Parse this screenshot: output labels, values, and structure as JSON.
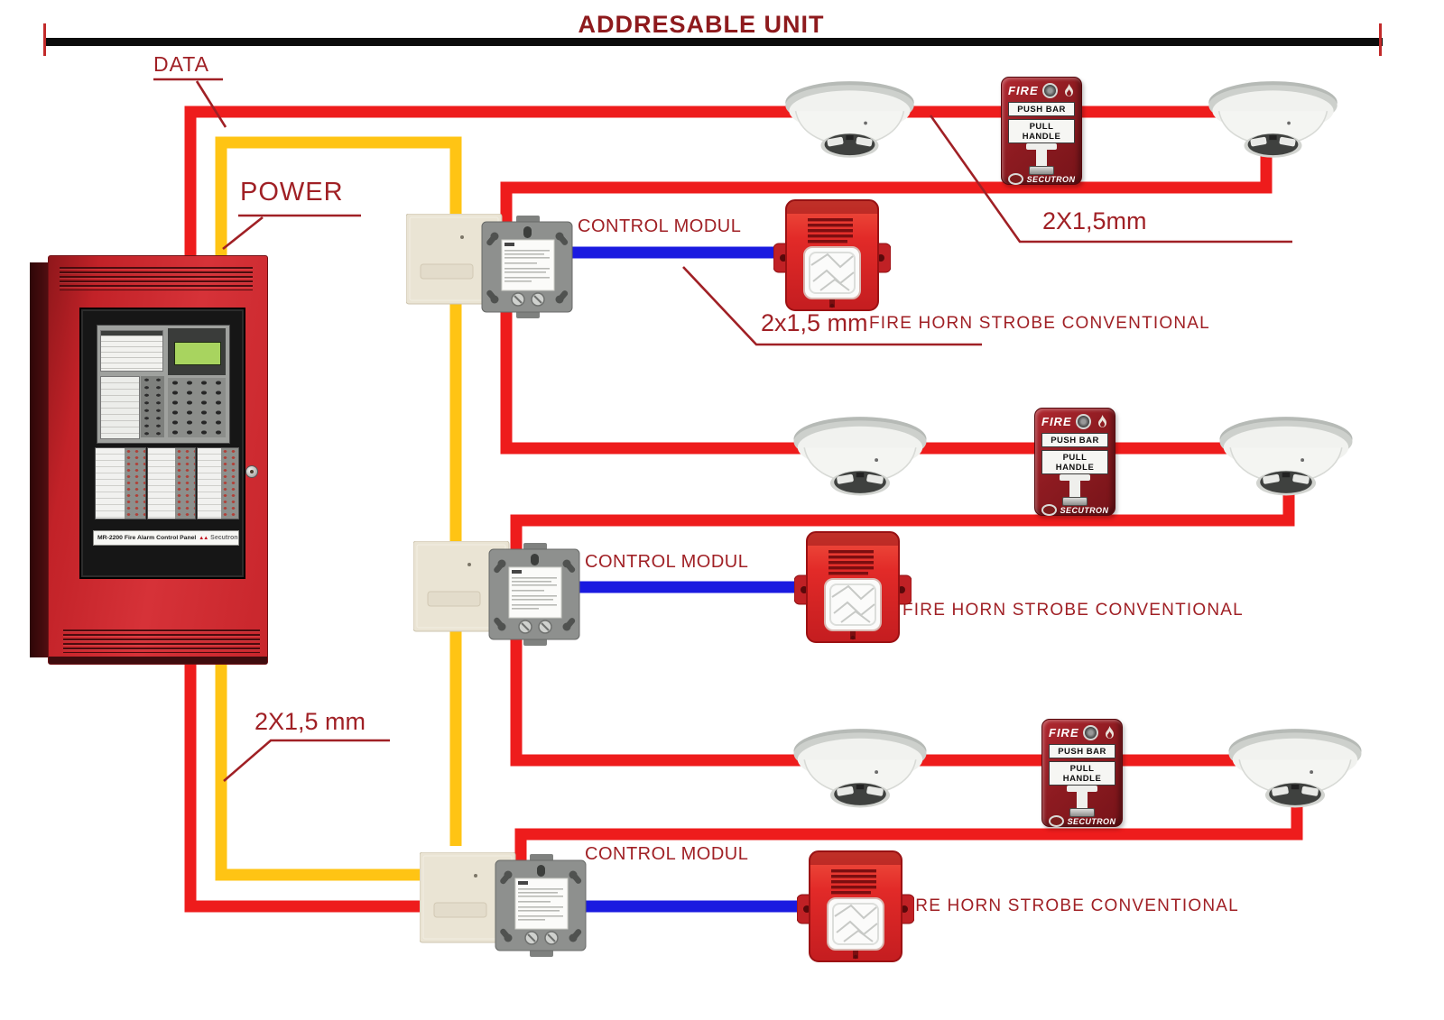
{
  "title": "ADDRESABLE UNIT",
  "labels": {
    "data": "DATA",
    "power": "POWER",
    "control_module": "CONTROL MODUL",
    "fire_horn": "FIRE HORN STROBE CONVENTIONAL",
    "gauge_top_right": "2X1,5mm",
    "gauge_row1": "2x1,5 mm",
    "gauge_bottom_left": "2X1,5 mm"
  },
  "panel": {
    "model_label": "MR-2200 Fire Alarm Control Panel",
    "brand": "Secutron",
    "logo_glyph": "▲▲"
  },
  "pull_station": {
    "fire": "FIRE",
    "push_bar": "PUSH BAR",
    "pull_handle": "PULL HANDLE",
    "brand": "SECUTRON"
  },
  "colors": {
    "wire_data": "#ee1c1c",
    "wire_power": "#ffc414",
    "wire_signal": "#1a1ae0",
    "label_text": "#a02025",
    "title_text": "#8e1a1d"
  }
}
